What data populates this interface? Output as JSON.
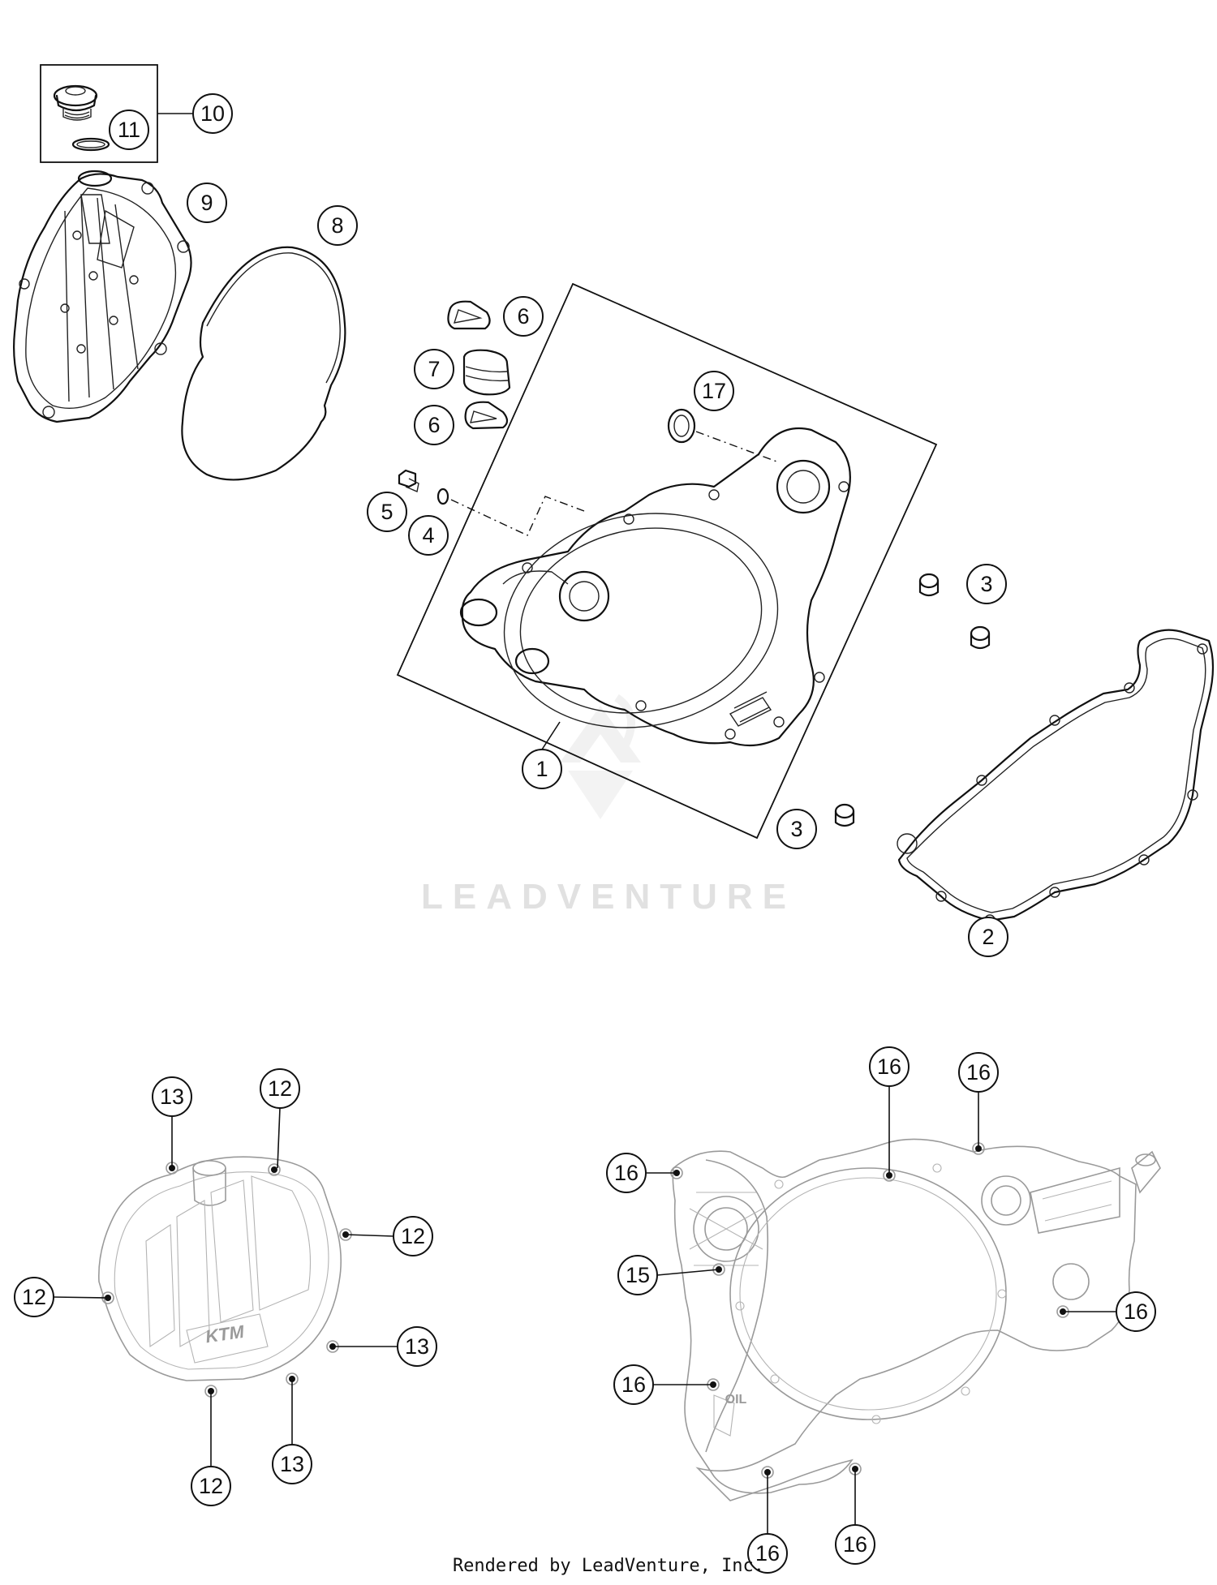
{
  "watermark": {
    "text": "LEADVENTURE"
  },
  "footer": {
    "text": "Rendered by LeadVenture, Inc."
  },
  "engraving": {
    "cover_logo": "KTM",
    "oil_mark": "OIL"
  },
  "callouts": {
    "c1": "1",
    "c2": "2",
    "c3a": "3",
    "c3b": "3",
    "c4": "4",
    "c5": "5",
    "c6a": "6",
    "c6b": "6",
    "c7": "7",
    "c8": "8",
    "c9": "9",
    "c10": "10",
    "c11": "11",
    "c17": "17",
    "l12a": "12",
    "l12b": "12",
    "l12c": "12",
    "l12d": "12",
    "l13a": "13",
    "l13b": "13",
    "l13c": "13",
    "r15": "15",
    "r16a": "16",
    "r16b": "16",
    "r16c": "16",
    "r16d": "16",
    "r16e": "16",
    "r16f": "16",
    "r16g": "16"
  }
}
